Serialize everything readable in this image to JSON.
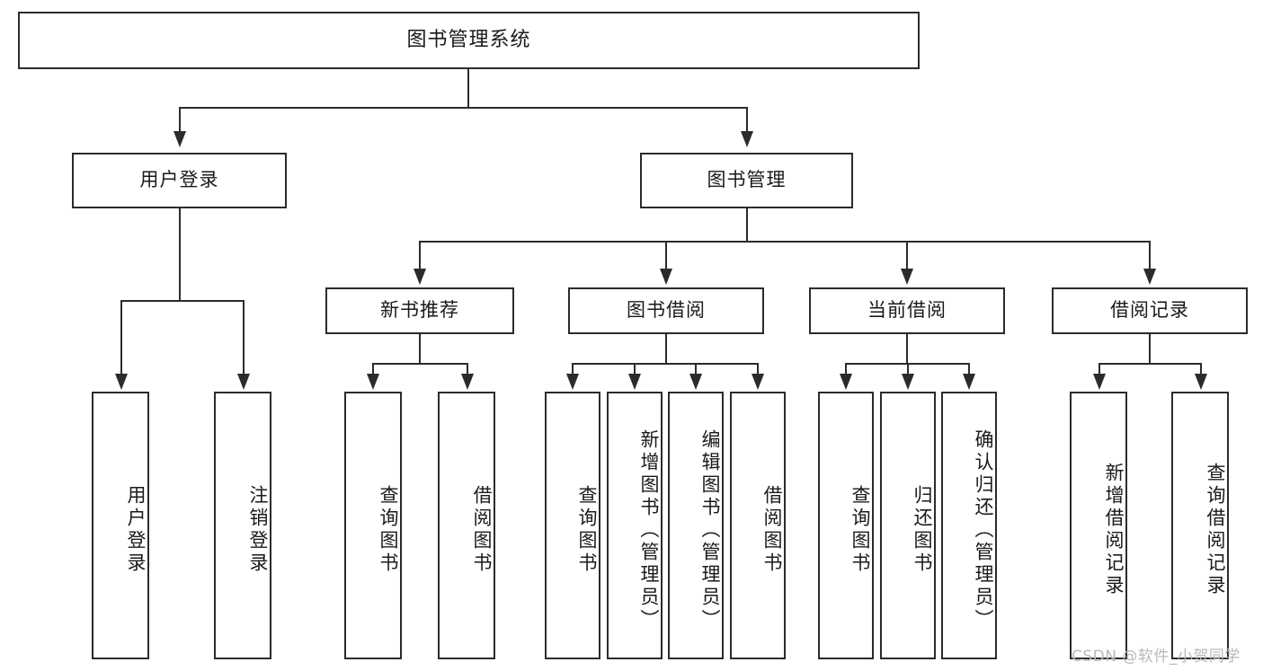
{
  "diagram": {
    "title": "图书管理系统",
    "watermark": "CSDN @软件_小贺同学",
    "root": {
      "label": "图书管理系统"
    },
    "level2": [
      {
        "label": "用户登录"
      },
      {
        "label": "图书管理"
      }
    ],
    "level3": [
      {
        "label": "新书推荐"
      },
      {
        "label": "图书借阅"
      },
      {
        "label": "当前借阅"
      },
      {
        "label": "借阅记录"
      }
    ],
    "leaves": {
      "user_login": [
        {
          "label": "用户登录"
        },
        {
          "label": "注销登录"
        }
      ],
      "new_book": [
        {
          "label": "查询图书"
        },
        {
          "label": "借阅图书"
        }
      ],
      "borrow": [
        {
          "label": "查询图书"
        },
        {
          "label": "新增图书（管理员）"
        },
        {
          "label": "编辑图书（管理员）"
        },
        {
          "label": "借阅图书"
        }
      ],
      "current": [
        {
          "label": "查询图书"
        },
        {
          "label": "归还图书"
        },
        {
          "label": "确认归还（管理员）"
        }
      ],
      "records": [
        {
          "label": "新增借阅记录"
        },
        {
          "label": "查询借阅记录"
        }
      ]
    },
    "colors": {
      "stroke": "#2b2b2b",
      "fill": "#ffffff",
      "text": "#1a1a1a",
      "watermark": "#b9b9b9"
    }
  }
}
